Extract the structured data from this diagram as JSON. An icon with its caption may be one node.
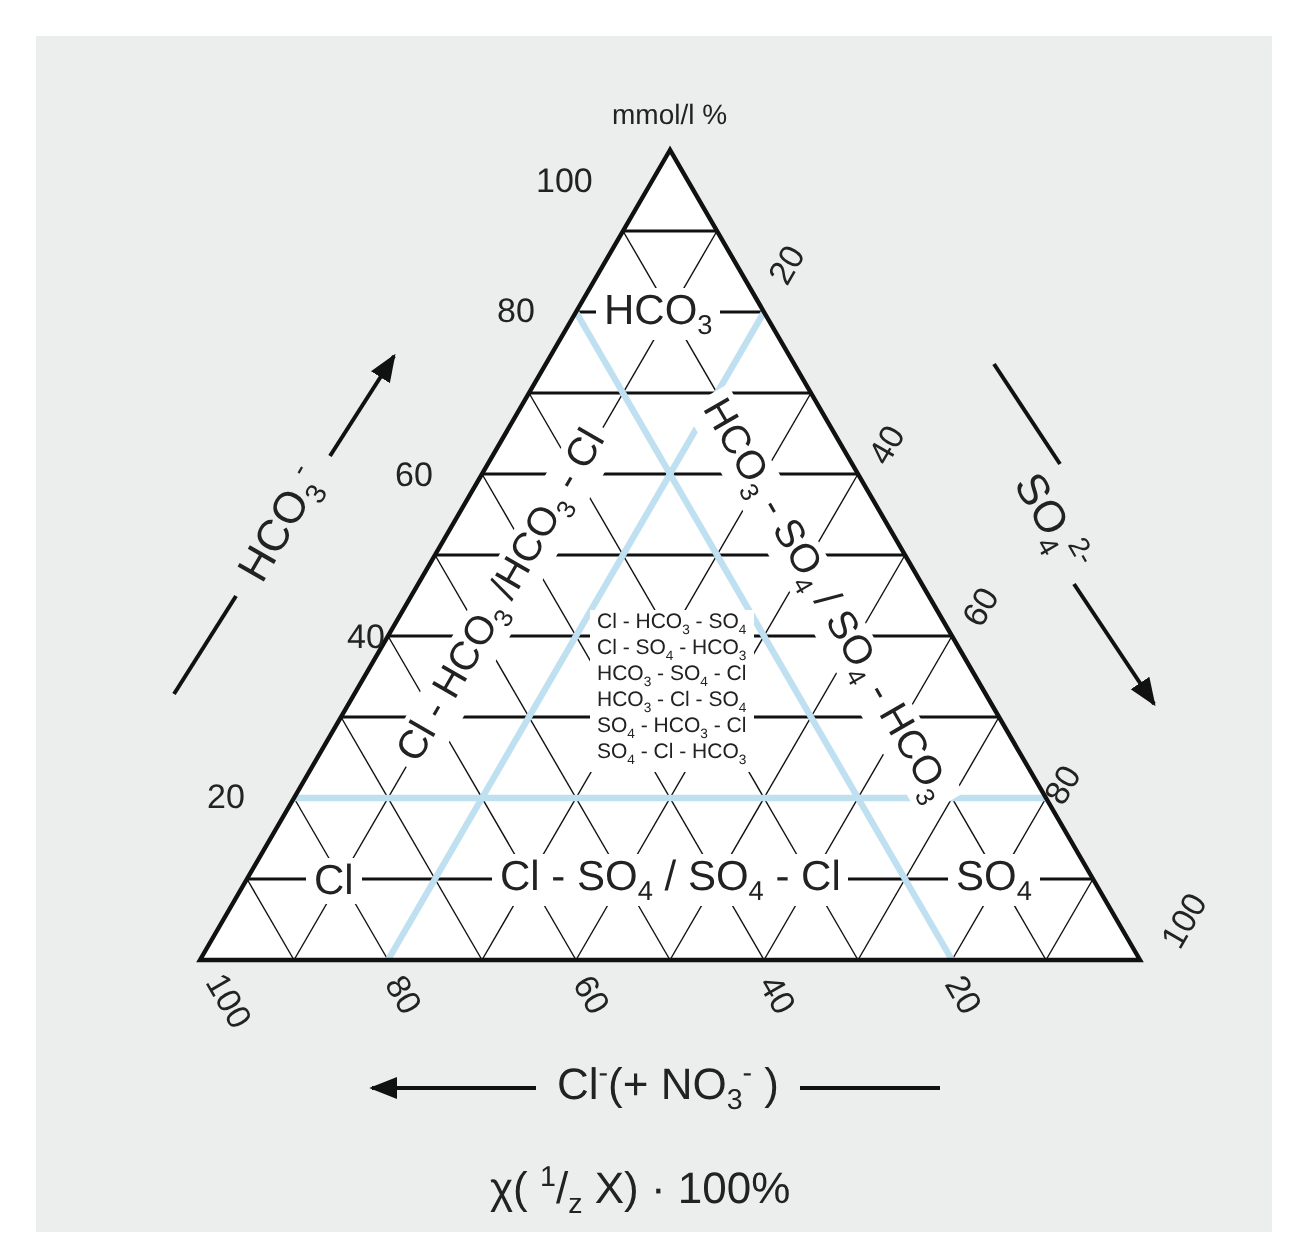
{
  "diagram": {
    "labels": [
      "mmol/l %",
      "100",
      "80",
      "60",
      "40",
      "20",
      "20",
      "40",
      "60",
      "80",
      "100",
      "100",
      "80",
      "60",
      "40",
      "20",
      "HCO$_{3}$$^{-}$",
      "SO$_{4}$$^{2-}$",
      "Cl$^{-}$(+ NO$_{3}$$^{-}$ )",
      "χ( $^{1}$/$_{z}$ X) · 100%",
      "HCO$_{3}$",
      "Cl - HCO$_{3}$ /HCO$_{3}$ - Cl",
      "HCO$_{3}$ - SO$_{4}$ / SO$_{4}$ - HCO$_{3}$",
      "Cl - HCO$_{3}$ - SO$_{4}$",
      "Cl - SO$_{4}$ - HCO$_{3}$",
      "HCO$_{3}$ - SO$_{4}$ - Cl",
      "HCO$_{3}$ - Cl - SO$_{4}$",
      "SO$_{4}$ - HCO$_{3}$ - Cl",
      "SO$_{4}$ - Cl - HCO$_{3}$",
      "Cl",
      "Cl - SO$_{4}$ / SO$_{4}$ - Cl",
      "SO$_{4}$"
    ]
  }
}
